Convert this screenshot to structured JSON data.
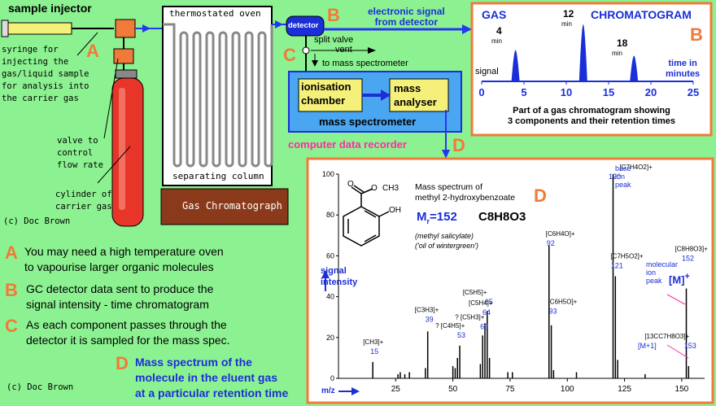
{
  "apparatus": {
    "sample_injector": "sample injector",
    "syringe_note": [
      "syringe for",
      "injecting the",
      "gas/liquid sample",
      "for analysis into",
      "the carrier gas"
    ],
    "valve_note": [
      "valve to",
      "control",
      "flow rate"
    ],
    "cylinder_note": [
      "cylinder of",
      "carrier gas"
    ],
    "copyright_1": "(c) Doc Brown",
    "copyright_2": "(c) Doc Brown",
    "oven_title": "thermostated oven",
    "column_label": "separating column",
    "gc_label": "Gas Chromatograph",
    "detector_label": "detector",
    "signal_note": [
      "electronic signal",
      "from detector"
    ],
    "split_valve": "split valve",
    "vent": "vent",
    "to_ms": "to mass spectrometer",
    "ionisation_chamber": [
      "ionisation",
      "chamber"
    ],
    "mass_analyser": [
      "mass",
      "analyser"
    ],
    "ms_label": "mass spectrometer",
    "computer_label": "computer data recorder",
    "letters": {
      "a": "A",
      "b": "B",
      "c": "C",
      "d": "D"
    }
  },
  "notes": [
    {
      "letter": "A",
      "lines": [
        "You may need a high temperature oven",
        "to vapourise larger organic molecules"
      ]
    },
    {
      "letter": "B",
      "lines": [
        "GC detector data sent to produce the",
        "signal intensity - time chromatogram"
      ]
    },
    {
      "letter": "C",
      "lines": [
        "As each component passes through the",
        "detector it is sampled for the mass spec."
      ]
    },
    {
      "letter": "D",
      "lines": [
        "Mass spectrum of the",
        "molecule in the eluent gas",
        "at a particular retention time"
      ]
    }
  ],
  "chromatogram": {
    "title_left": "GAS",
    "title_right": "CHROMATOGRAM",
    "letter": "B",
    "y_label": "signal",
    "x_label": [
      "time in",
      "minutes"
    ],
    "caption": [
      "Part of a gas chromatogram showing",
      "3 components and their retention times"
    ],
    "unit": "min",
    "peaks_text": [
      "4",
      "12",
      "18"
    ]
  },
  "spectrum": {
    "letter": "D",
    "title": [
      "Mass spectrum of",
      "methyl 2-hydroxybenzoate"
    ],
    "mr_label": "M",
    "mr_sub": "r",
    "mr_value": "=152",
    "formula": "C8H8O3",
    "common_names": [
      "(methyl salicylate)",
      "('oil of wintergreen')"
    ],
    "struct_labels": [
      "O",
      "O",
      "CH3",
      "OH"
    ],
    "y_axis_title": [
      "signal",
      "intensity"
    ],
    "x_axis_title": "m/z",
    "base_peak_note": [
      "base",
      "ion",
      "peak"
    ],
    "molecular_ion_note": [
      "molecular",
      "ion",
      "peak"
    ],
    "m_label": "[M]",
    "m_plus": "+",
    "m1_label": "[M+1]",
    "fragment_labels": [
      {
        "mz": "15",
        "ion": "[CH3]+"
      },
      {
        "mz": "39",
        "ion": "[C3H3]+"
      },
      {
        "mz": "53",
        "ion": "? [C4H5]+"
      },
      {
        "mz": "63",
        "ion": "? [C5H3]+"
      },
      {
        "mz": "64",
        "ion": "[C5H4]+"
      },
      {
        "mz": "65",
        "ion": "[C5H5]+"
      },
      {
        "mz": "92",
        "ion": "[C6H4O]+"
      },
      {
        "mz": "93",
        "ion": "[C6H5O]+"
      },
      {
        "mz": "120",
        "ion": "[C7H4O2]+"
      },
      {
        "mz": "121",
        "ion": "[C7H5O2]+"
      },
      {
        "mz": "152",
        "ion": "[C8H8O3]+"
      },
      {
        "mz": "153",
        "ion": "[13CC7H8O3]+"
      }
    ]
  },
  "chart_data": [
    {
      "type": "line",
      "title": "GAS CHROMATOGRAM",
      "xlabel": "time in minutes",
      "ylabel": "signal",
      "xlim": [
        0,
        25
      ],
      "x_ticks": [
        0,
        5,
        10,
        15,
        20,
        25
      ],
      "peaks": [
        {
          "retention_time": 4,
          "height": 0.55
        },
        {
          "retention_time": 12,
          "height": 1.0
        },
        {
          "retention_time": 18,
          "height": 0.45
        }
      ]
    },
    {
      "type": "bar",
      "title": "Mass spectrum of methyl 2-hydroxybenzoate",
      "xlabel": "m/z",
      "ylabel": "signal intensity",
      "xlim": [
        0,
        160
      ],
      "ylim": [
        0,
        100
      ],
      "x_ticks": [
        25,
        50,
        75,
        100,
        125,
        150
      ],
      "y_ticks": [
        0,
        20,
        40,
        60,
        80,
        100
      ],
      "mz": [
        15,
        26,
        27,
        29,
        31,
        38,
        39,
        50,
        51,
        52,
        53,
        62,
        63,
        64,
        65,
        66,
        74,
        76,
        92,
        93,
        94,
        104,
        120,
        121,
        122,
        134,
        152,
        153
      ],
      "intensity": [
        8,
        2,
        3,
        2,
        3,
        5,
        23,
        6,
        5,
        10,
        16,
        7,
        21,
        27,
        33,
        10,
        3,
        3,
        65,
        26,
        4,
        3,
        100,
        50,
        9,
        2,
        44,
        6
      ]
    }
  ]
}
